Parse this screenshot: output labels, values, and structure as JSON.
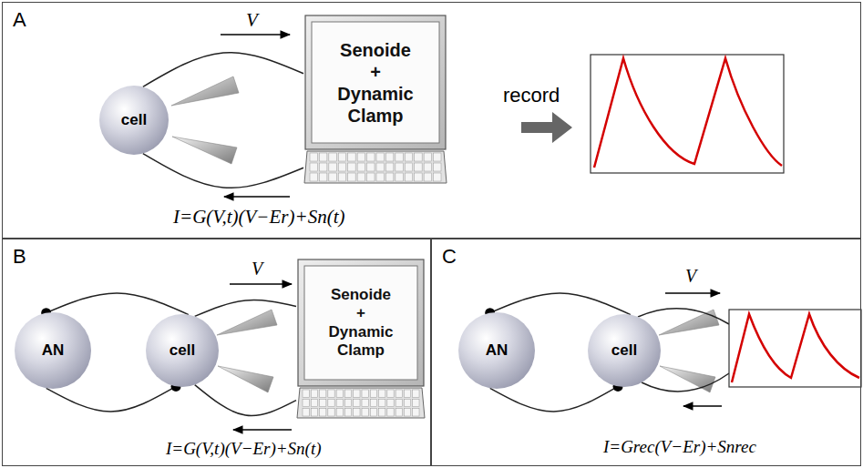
{
  "diagram": {
    "nodes": [
      {
        "text": [
          "A"
        ]
      },
      {
        "text": [
          "cell"
        ],
        "in": 0
      },
      {
        "text": [
          "Senoide + Dynamic Clamp"
        ],
        "in": 0
      },
      {
        "text": [
          "B"
        ]
      },
      {
        "text": [
          "AN"
        ],
        "in": 3
      },
      {
        "text": [
          "cell"
        ],
        "in": 3
      },
      {
        "text": [
          "Senoide + Dynamic Clamp"
        ],
        "in": 3
      },
      {
        "text": [
          "C"
        ]
      },
      {
        "text": [
          "AN"
        ],
        "in": 7
      },
      {
        "text": [
          "cell"
        ],
        "in": 7
      }
    ],
    "edges": [
      {
        "from": 1,
        "to": 2,
        "arrow": "none"
      },
      {
        "from": 1,
        "to": 2,
        "arrow": "none"
      },
      {
        "from": 4,
        "to": 5,
        "arrow": "none"
      },
      {
        "from": 4,
        "to": 5,
        "arrow": "none"
      },
      {
        "from": 5,
        "to": 6,
        "arrow": "none"
      },
      {
        "from": 5,
        "to": 6,
        "arrow": "none"
      },
      {
        "from": 8,
        "to": 9,
        "arrow": "none"
      },
      {
        "from": 8,
        "to": 9,
        "arrow": "none"
      }
    ],
    "labels": [
      "V",
      "record",
      "I=G(V,t)(V−Er)+Sn(t)",
      "V",
      "I=G(V,t)(V−Er)+Sn(t)",
      "V",
      "I=Grec(V−Er)+Snrec"
    ]
  }
}
